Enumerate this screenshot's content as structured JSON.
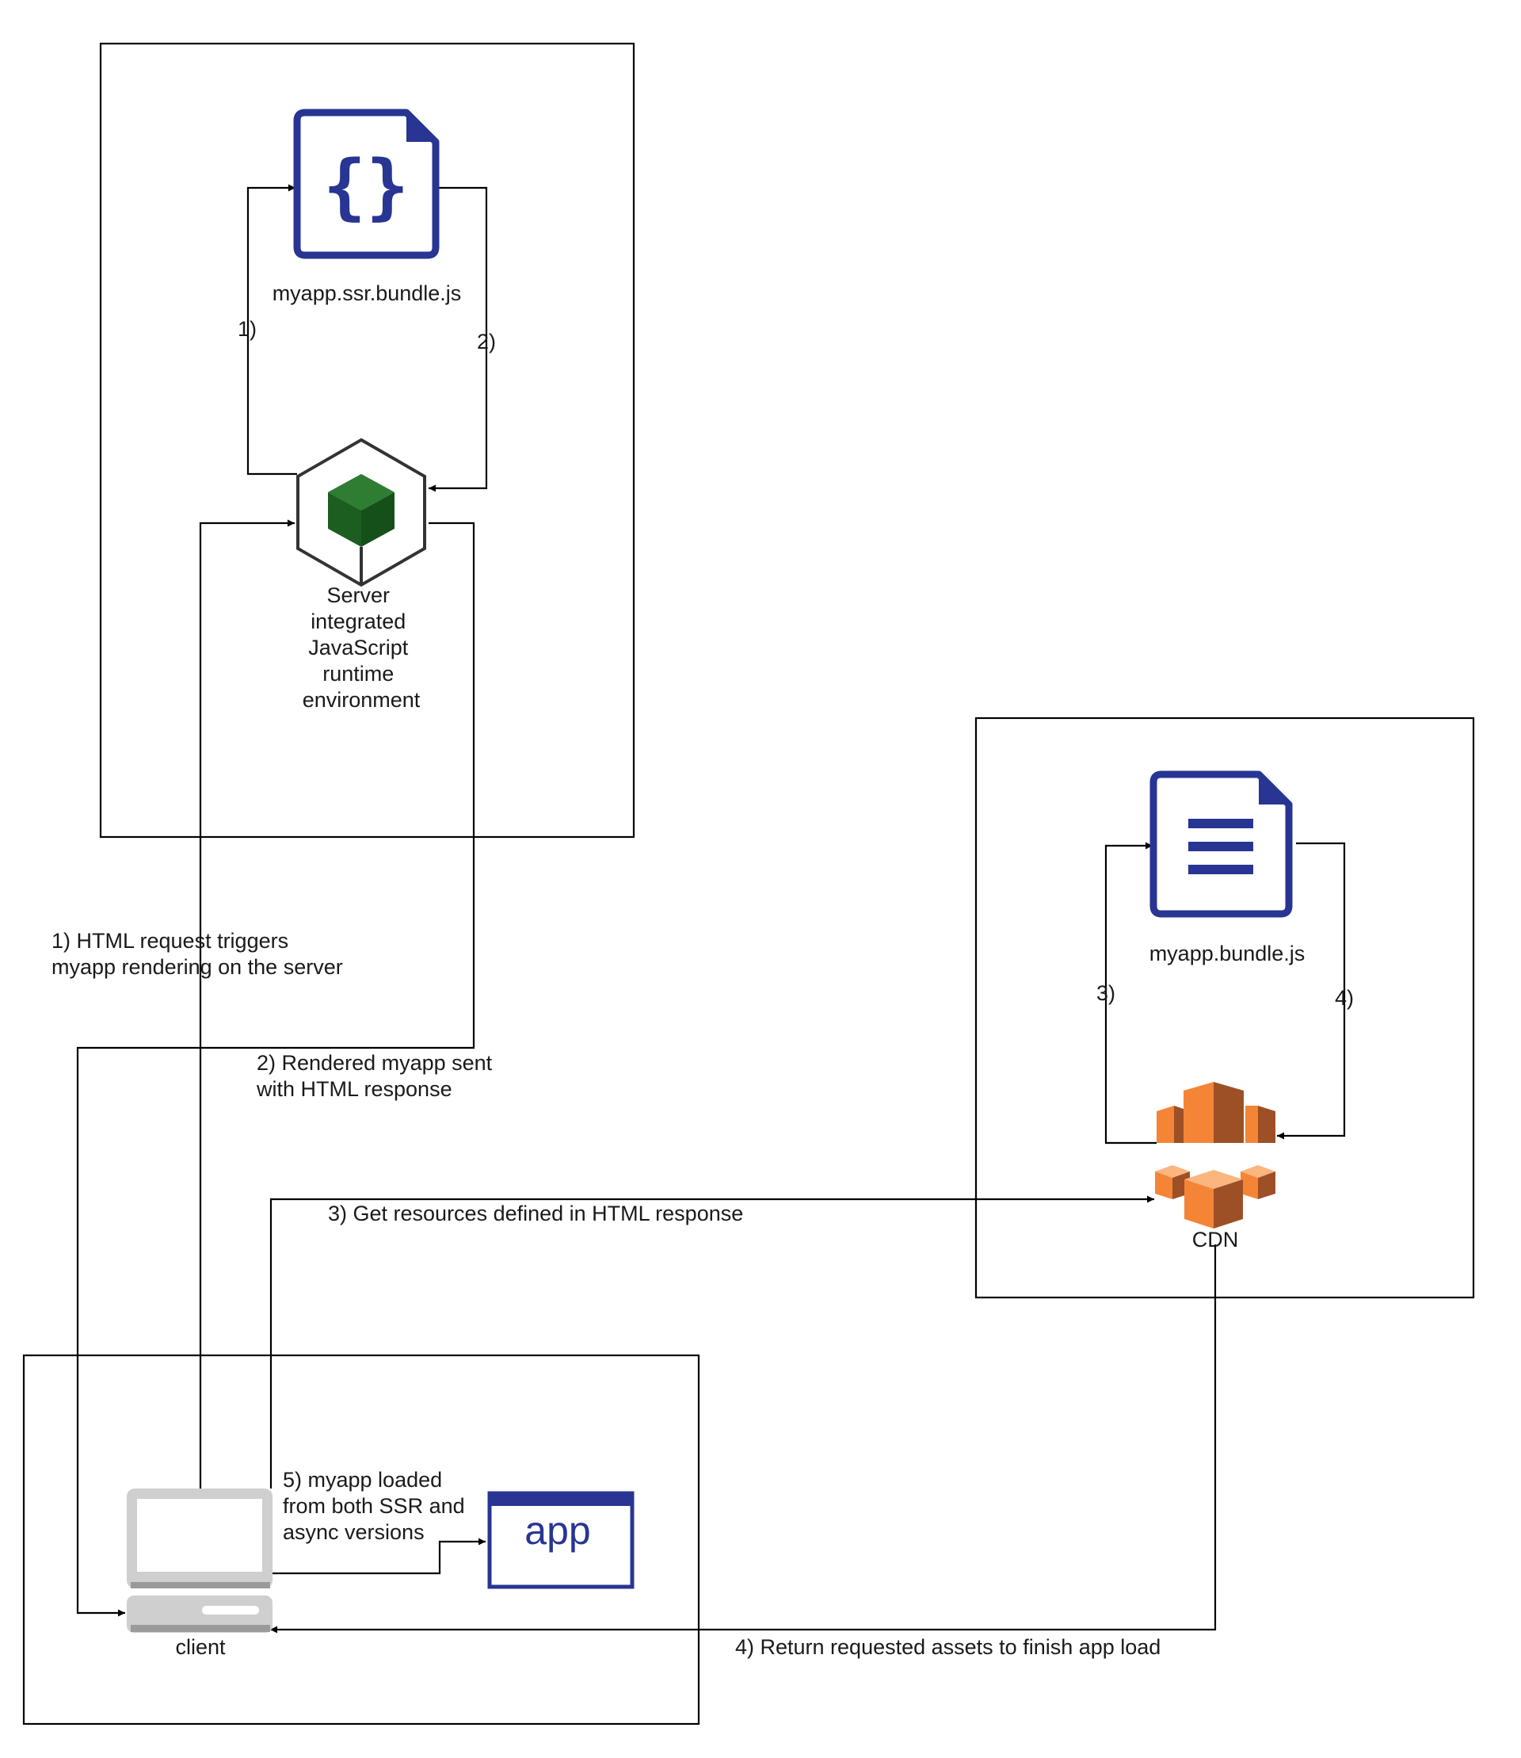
{
  "server": {
    "file_label": "myapp.ssr.bundle.js",
    "runtime_label": [
      "Server",
      "integrated",
      "JavaScript",
      "runtime",
      "environment"
    ],
    "step1_label": "1)",
    "step2_label": "2)"
  },
  "cdn": {
    "file_label": "myapp.bundle.js",
    "label": "CDN",
    "step3_label": "3)",
    "step4_label": "4)"
  },
  "client": {
    "label": "client",
    "app_label": "app",
    "loaded_note": [
      "5) myapp loaded",
      "from both SSR and",
      "async versions"
    ]
  },
  "flows": {
    "html_request": [
      "1) HTML request triggers",
      "myapp rendering on the server"
    ],
    "rendered_sent": [
      "2) Rendered myapp sent",
      "with HTML response"
    ],
    "get_resources": "3) Get resources defined in HTML response",
    "return_assets": "4) Return requested assets to finish app load"
  },
  "icons": {
    "ssr_bundle": "js-file-braces-icon",
    "runtime": "node-cube-icon",
    "bundle": "document-lines-icon",
    "cdn": "aws-cloudfront-cubes-icon",
    "client": "desktop-computer-icon",
    "app": "app-window-icon"
  },
  "colors": {
    "file_icon": "#283593",
    "runtime_cube": "#1b5e20",
    "cdn_orange": "#f58536",
    "cdn_dark": "#9d5025",
    "computer_gray": "#d2d2d2"
  }
}
